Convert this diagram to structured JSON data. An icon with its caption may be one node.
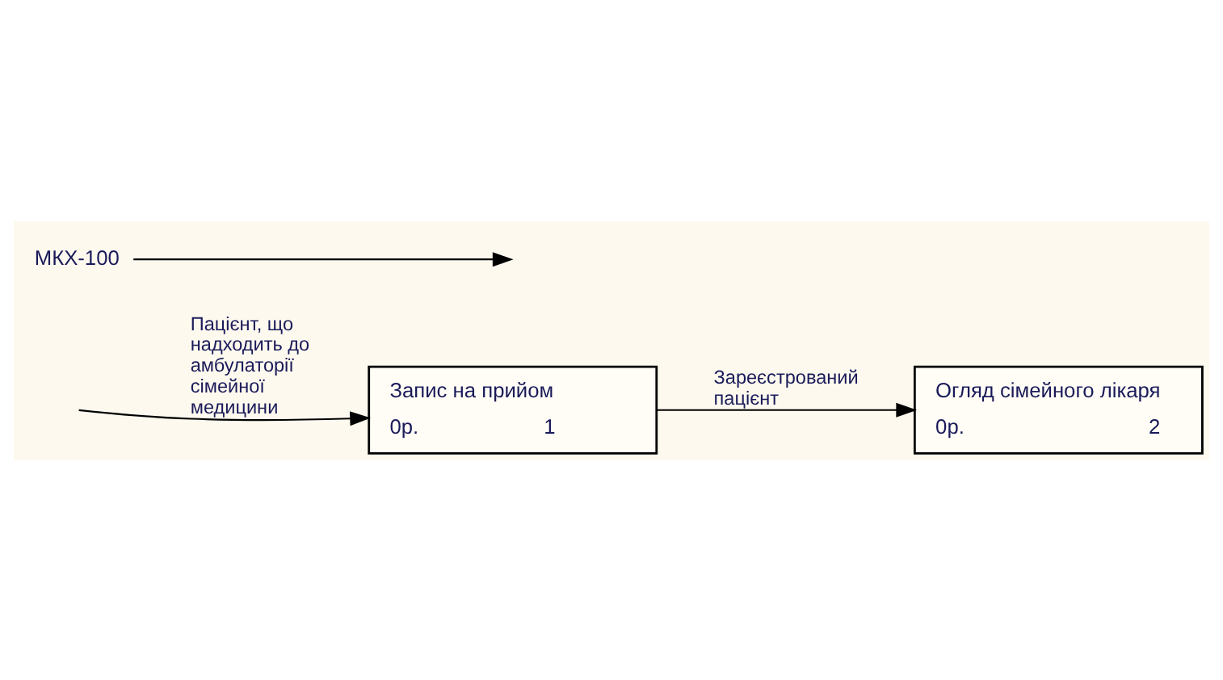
{
  "diagram": {
    "nodes": [
      {
        "text": [
          "Запис на прийом",
          "0р.",
          "1"
        ]
      },
      {
        "text": [
          "Огляд сімейного лікаря",
          "0р.",
          "2"
        ]
      },
      {
        "text": [
          "МКХ-100"
        ]
      }
    ],
    "edges": [
      {
        "from": null,
        "to": 0,
        "arrow": "to",
        "label": "Пацієнт, що надходить до амбулаторії сімейної медицини"
      },
      {
        "from": 0,
        "to": 1,
        "arrow": "to",
        "label": "Зареєстрований пацієнт"
      },
      {
        "from": 2,
        "to": null,
        "arrow": "to"
      }
    ]
  }
}
